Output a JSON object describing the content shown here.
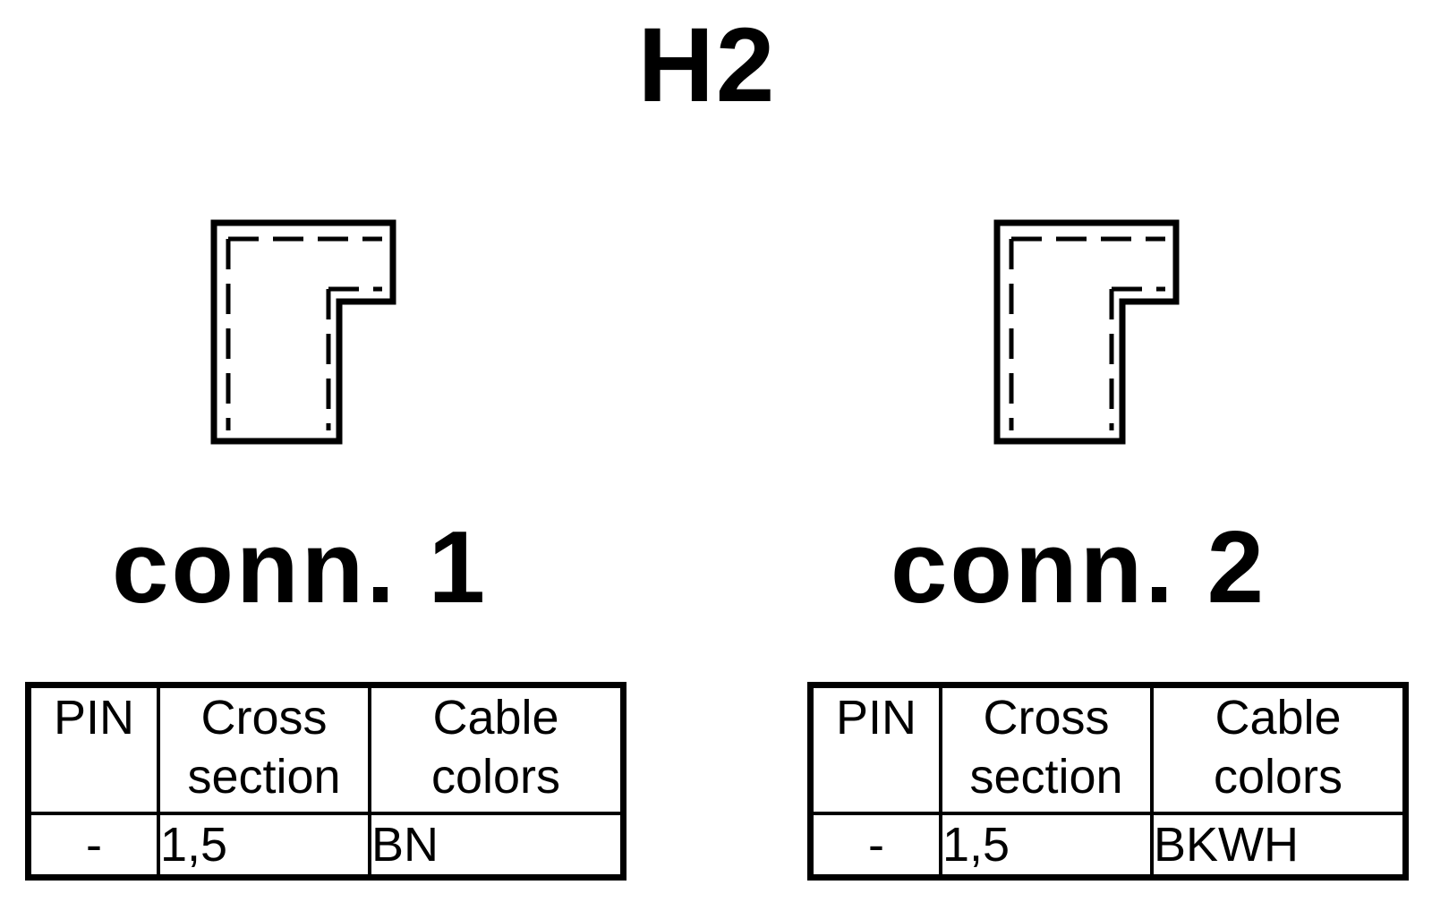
{
  "title": "H2",
  "connectors": [
    {
      "label": "conn. 1",
      "table": {
        "headers": {
          "pin": "PIN",
          "cross_section": [
            "Cross",
            "section"
          ],
          "cable_colors": [
            "Cable",
            "colors"
          ]
        },
        "rows": [
          {
            "pin": "-",
            "cross_section": "1,5",
            "cable_color": "BN"
          }
        ]
      }
    },
    {
      "label": "conn. 2",
      "table": {
        "headers": {
          "pin": "PIN",
          "cross_section": [
            "Cross",
            "section"
          ],
          "cable_colors": [
            "Cable",
            "colors"
          ]
        },
        "rows": [
          {
            "pin": "-",
            "cross_section": "1,5",
            "cable_color": "BKWH"
          }
        ]
      }
    }
  ]
}
